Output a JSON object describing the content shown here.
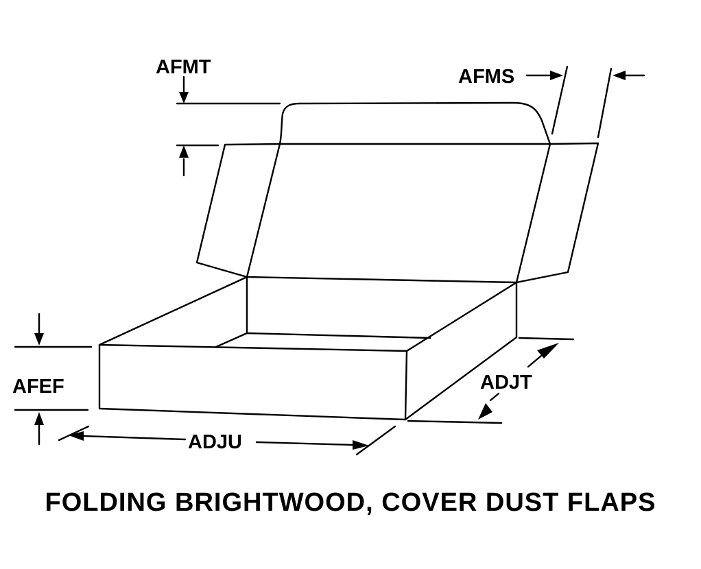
{
  "title": "FOLDING BRIGHTWOOD, COVER DUST FLAPS",
  "dimensions": {
    "afmt": "AFMT",
    "afms": "AFMS",
    "afef": "AFEF",
    "adjt": "ADJT",
    "adju": "ADJU"
  },
  "colors": {
    "ink": "#000000",
    "background": "#ffffff"
  }
}
